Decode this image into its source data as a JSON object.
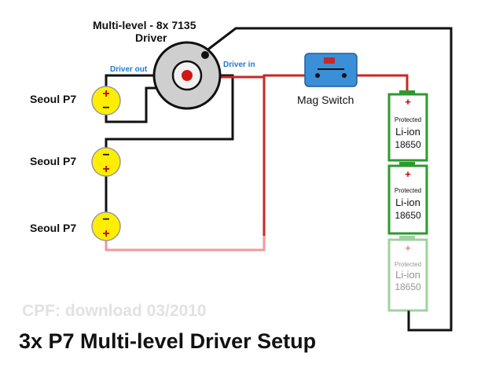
{
  "driver": {
    "title_line1": "Multi-level  -  8x 7135",
    "title_line2": "Driver",
    "out_label": "Driver out",
    "in_label": "Driver in"
  },
  "leds": [
    {
      "label": "Seoul P7",
      "top_symbol": "+",
      "bottom_symbol": "−"
    },
    {
      "label": "Seoul P7",
      "top_symbol": "−",
      "bottom_symbol": "+"
    },
    {
      "label": "Seoul P7",
      "top_symbol": "−",
      "bottom_symbol": "+"
    }
  ],
  "switch": {
    "label": "Mag Switch"
  },
  "batteries": [
    {
      "plus": "+",
      "line1": "Protected",
      "line2": "Li-ion",
      "line3": "18650"
    },
    {
      "plus": "+",
      "line1": "Protected",
      "line2": "Li-ion",
      "line3": "18650"
    },
    {
      "plus": "+",
      "line1": "Protected",
      "line2": "Li-ion",
      "line3": "18650"
    }
  ],
  "watermark": "CPF: download 03/2010",
  "caption": "3x  P7  Multi-level  Driver  Setup",
  "colors": {
    "wire_black": "#111111",
    "wire_red": "#c62828",
    "wire_pink": "#ef9a9a",
    "led_yellow": "#ffee00",
    "battery_green": "#2e9a2e",
    "switch_blue": "#3a8fd6",
    "label_blue": "#1f7ad0"
  }
}
